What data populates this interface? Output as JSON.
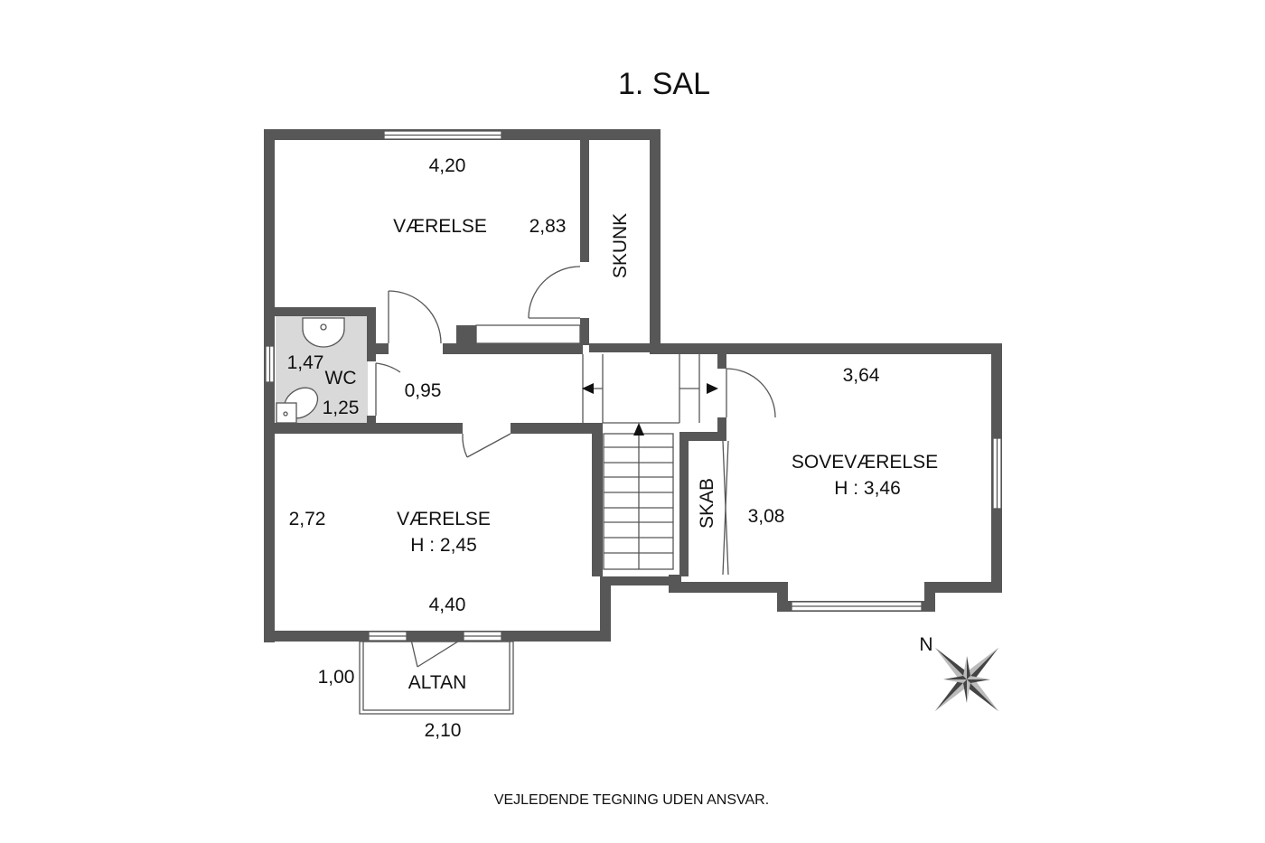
{
  "plan": {
    "title": "1. SAL",
    "disclaimer": "VEJLEDENDE TEGNING UDEN ANSVAR.",
    "compass_label": "N",
    "colors": {
      "wall": "#575757",
      "wc_floor": "#d9d9d9",
      "text": "#111111"
    },
    "rooms": {
      "vaerelse_top": {
        "name": "VÆRELSE",
        "dim_width": "4,20",
        "dim_depth": "2,83"
      },
      "skunk": {
        "name": "SKUNK"
      },
      "wc": {
        "name": "WC",
        "dim_a": "1,47",
        "dim_b": "1,25"
      },
      "hall": {
        "dim": "0,95"
      },
      "vaerelse_bottom": {
        "name": "VÆRELSE",
        "height": "H : 2,45",
        "dim_depth": "2,72",
        "dim_width": "4,40"
      },
      "sovevaerelse": {
        "name": "SOVEVÆRELSE",
        "height": "H : 3,46",
        "dim_width": "3,64",
        "dim_depth": "3,08"
      },
      "skab": {
        "name": "SKAB"
      },
      "altan": {
        "name": "ALTAN",
        "dim_depth": "1,00",
        "dim_width": "2,10"
      }
    }
  }
}
